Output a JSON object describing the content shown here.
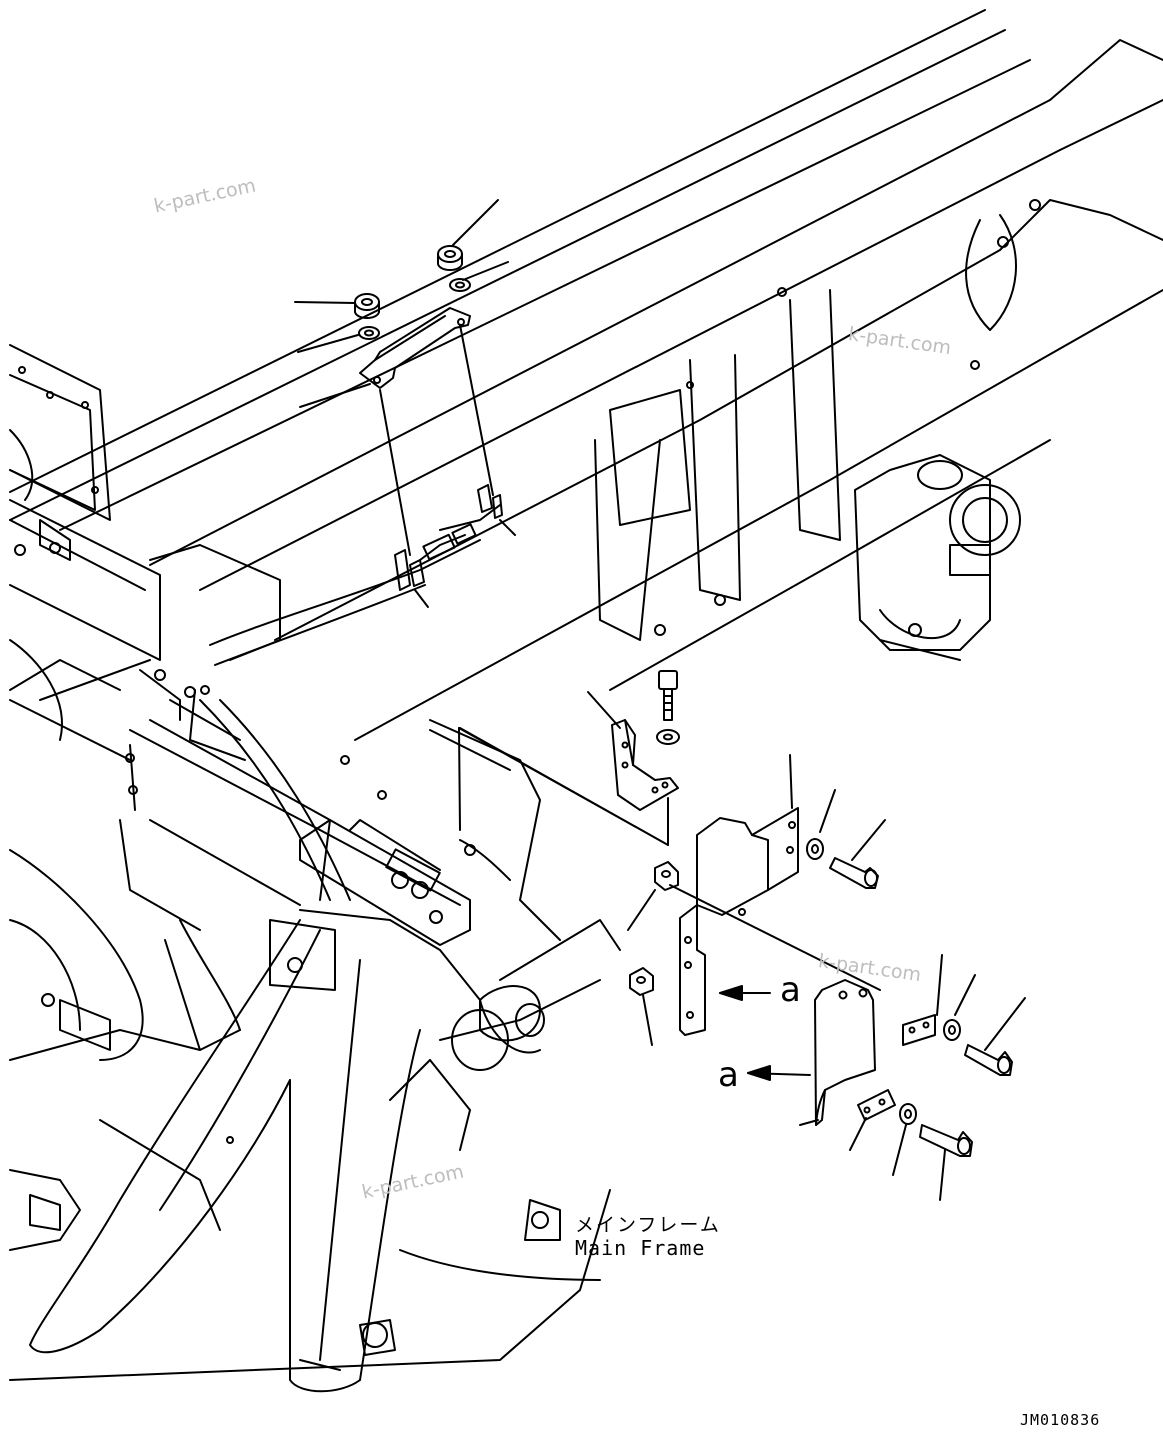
{
  "drawing": {
    "watermark": "k-part.com",
    "callout_letter": "a",
    "label_jp": "メインフレーム",
    "label_en": "Main Frame",
    "drawing_number": "JM010836"
  }
}
